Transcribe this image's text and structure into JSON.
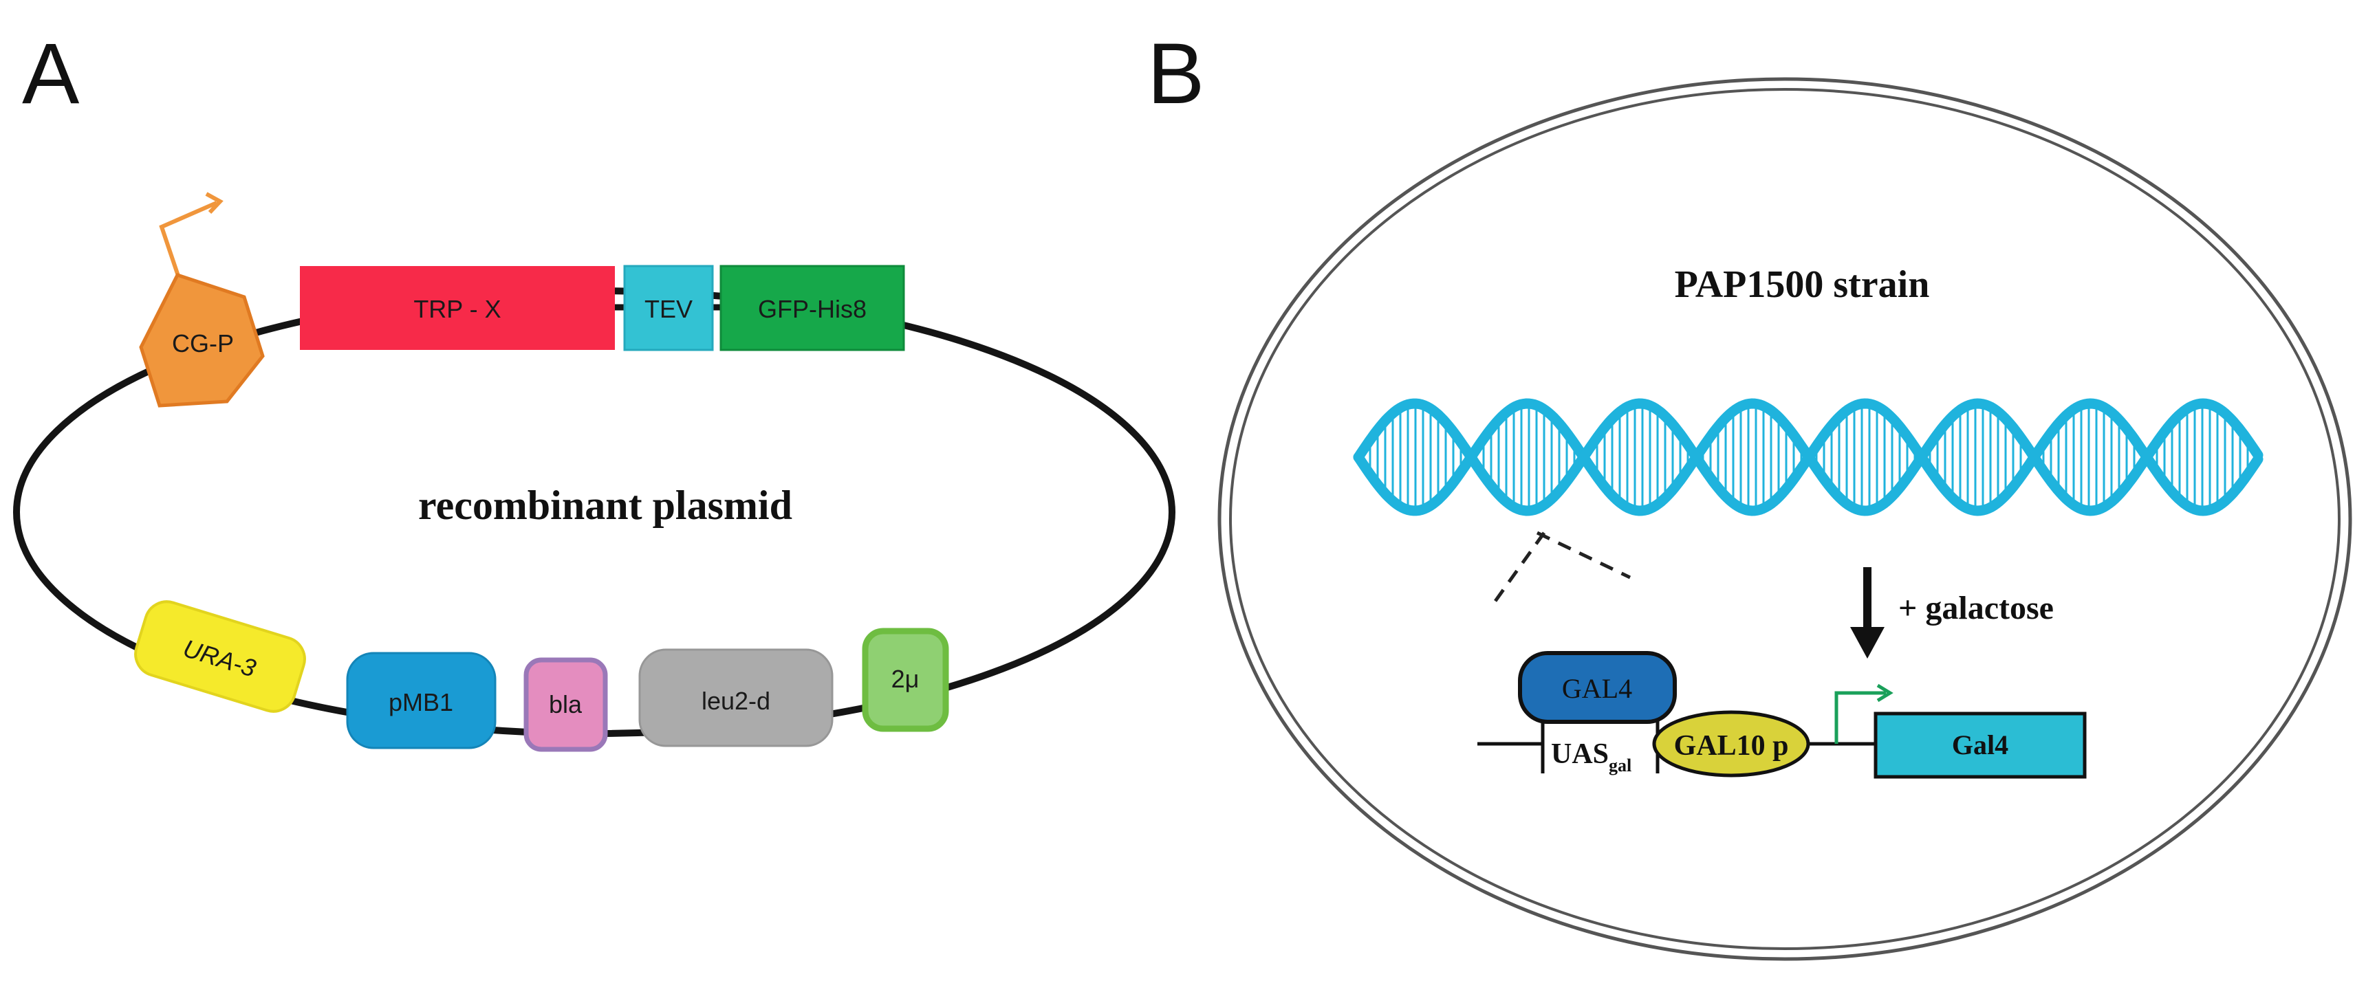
{
  "panel_a": {
    "letter": "A",
    "title": "recombinant plasmid",
    "promoter": "CG-P",
    "fusion": [
      "TRP - X",
      "TEV",
      "GFP-His8"
    ],
    "elements": [
      "URA-3",
      "pMB1",
      "bla",
      "leu2-d",
      "2μ"
    ],
    "colors": {
      "promoter": "#f0963c",
      "promoter_arrow": "#f0963c",
      "trp_x": "#f72a49",
      "tev": "#33c2d3",
      "gfp_his8": "#16a84a",
      "ura3": "#f5ea2b",
      "pmb1": "#1a9bd3",
      "bla": "#e48dbf",
      "leu2d": "#ababab",
      "two_micron": "#8fd072"
    }
  },
  "panel_b": {
    "letter": "B",
    "title": "PAP1500 strain",
    "inducer": "+ galactose",
    "gal4_protein": "GAL4",
    "uas_main": "UAS",
    "uas_sub": "gal",
    "gal10_promoter": "GAL10 p",
    "gene": "Gal4",
    "colors": {
      "dna": "#1fb3dd",
      "gal4_protein": "#1e6eb5",
      "gal10_promoter": "#d9d23a",
      "gene": "#2bbdd4",
      "tss_arrow": "#1aa05a"
    }
  }
}
